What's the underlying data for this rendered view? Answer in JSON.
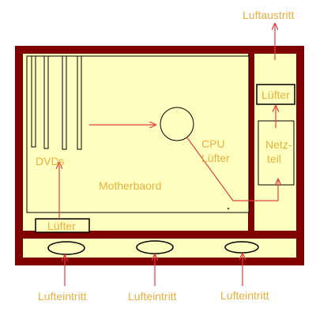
{
  "labels": {
    "outlet": "Luftaustritt",
    "psu_fan": "Lüfter",
    "psu_line1": "Netz-",
    "psu_line2": "teil",
    "cpu_line1": "CPU",
    "cpu_line2": "Lüfter",
    "dvds": "DVDs",
    "motherboard": "Motherbaord",
    "front_fan": "Lüfter",
    "intake_left": "Lufteintritt",
    "intake_center": "Lufteintritt",
    "intake_right": "Lufteintritt"
  },
  "colors": {
    "case": "#800000",
    "panel": "#ffffc0",
    "arrow": "#e04040",
    "label": "#e8b040",
    "outline": "#000000"
  }
}
